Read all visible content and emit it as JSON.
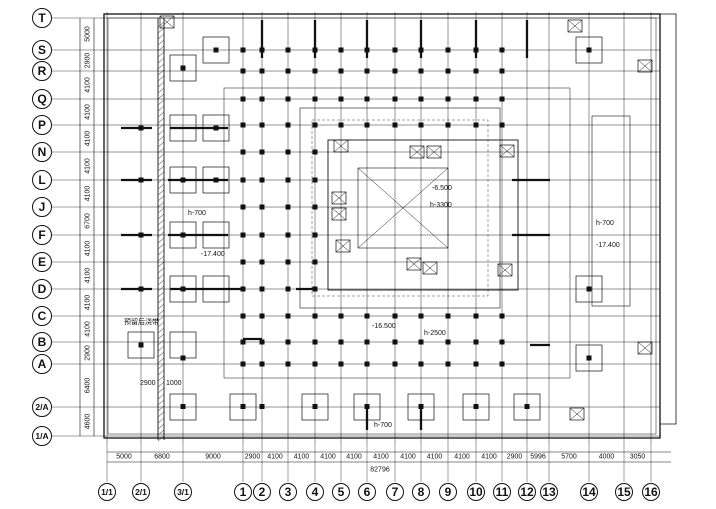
{
  "axes_rows": [
    "T",
    "S",
    "R",
    "Q",
    "P",
    "N",
    "L",
    "J",
    "F",
    "E",
    "D",
    "C",
    "B",
    "A",
    "2/A",
    "1/A"
  ],
  "axes_cols": [
    "1/1",
    "2/1",
    "3/1",
    "1",
    "2",
    "3",
    "4",
    "5",
    "6",
    "7",
    "8",
    "9",
    "10",
    "11",
    "12",
    "13",
    "14",
    "15",
    "16"
  ],
  "row_spacings": [
    "5000",
    "2900",
    "4100",
    "4100",
    "4100",
    "4100",
    "4100",
    "6700",
    "4100",
    "4100",
    "4100",
    "4100",
    "2900",
    "6400",
    "4600"
  ],
  "col_spacings": [
    "5000",
    "6800",
    "9000",
    "2900",
    "4100",
    "4100",
    "4100",
    "4100",
    "4100",
    "4100",
    "4100",
    "4100",
    "4100",
    "2900",
    "5996",
    "5700",
    "4000",
    "3050"
  ],
  "total_dimension": "82796",
  "annotations": {
    "h700_left": "h-700",
    "elev_left": "-17.400",
    "h700_right": "h-700",
    "elev_right": "-17.400",
    "elev_center": "-16.500",
    "h2500": "h-2500",
    "elev_core": "-6.500",
    "h3300": "h-3300",
    "h700_bottom": "h-700",
    "dim_2900": "2900",
    "dim_1000": "1000",
    "chinese_note": "预留后浇带"
  },
  "colors": {
    "line": "#111111",
    "hatch": "#222222"
  }
}
